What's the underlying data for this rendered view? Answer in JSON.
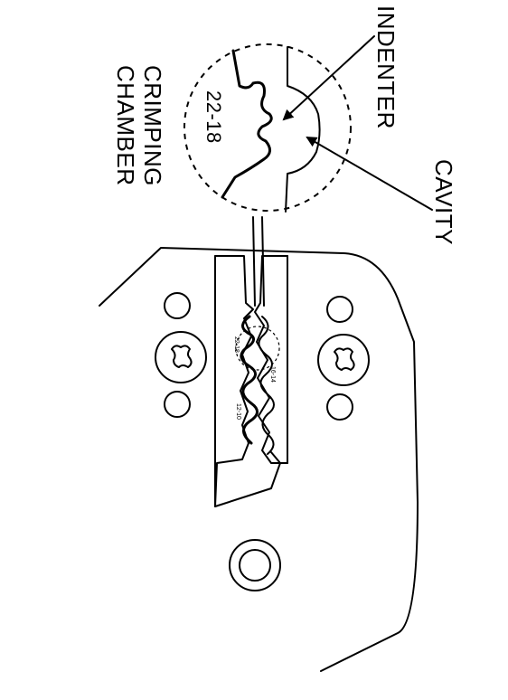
{
  "labels": {
    "indenter": "INDENTER",
    "cavity": "CAVITY",
    "crimping_line1": "CRIMPING",
    "crimping_line2": "CHAMBER",
    "gauge_range": "22-18"
  },
  "small_marks": {
    "upper": "22-18",
    "middle": "16-14",
    "lower": "12-10"
  },
  "colors": {
    "ink": "#000000",
    "paper": "#ffffff"
  }
}
